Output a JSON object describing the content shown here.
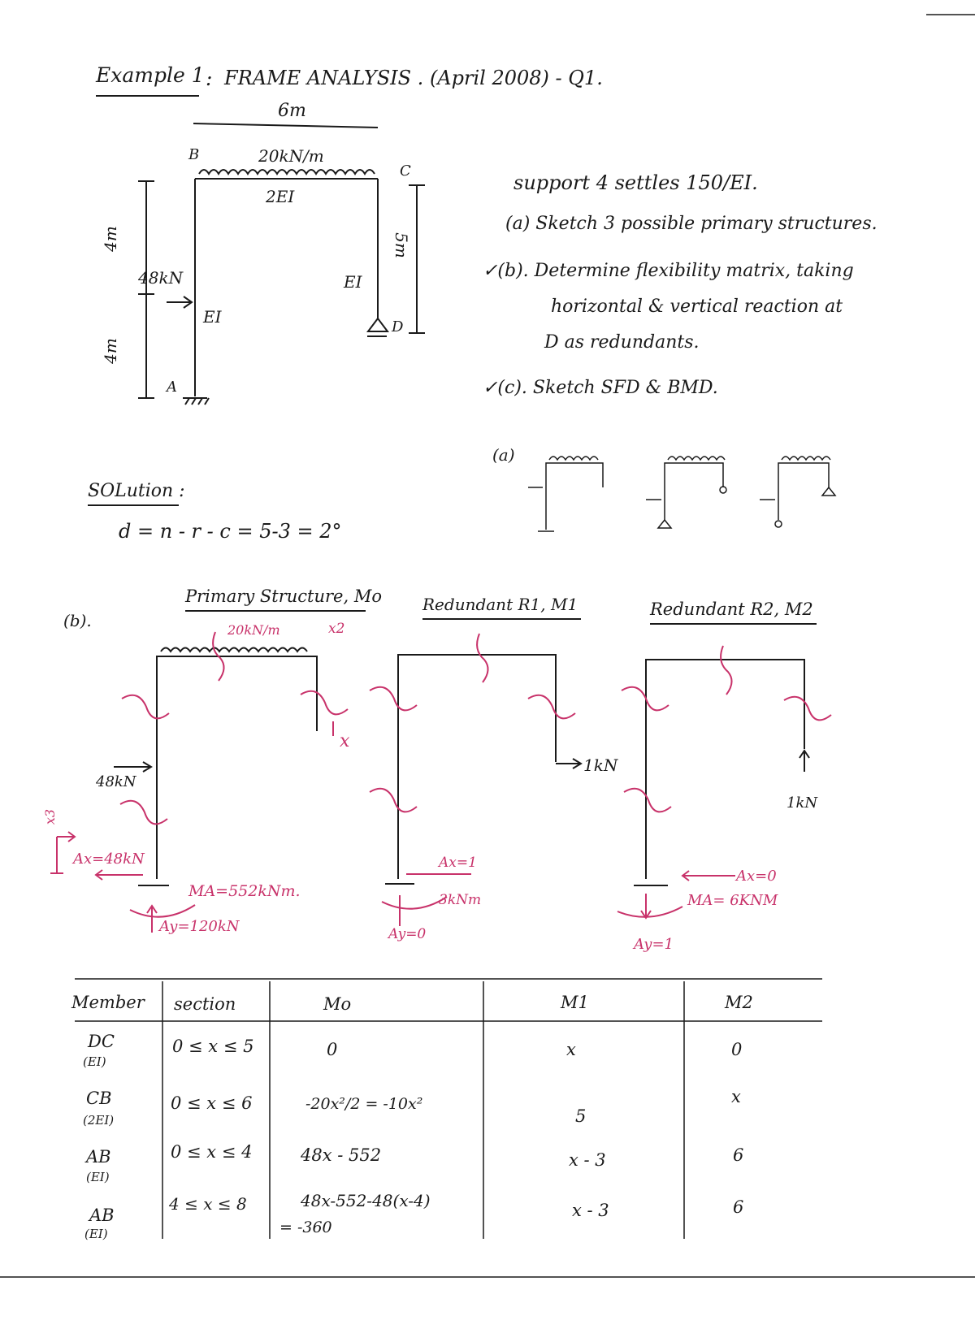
{
  "heading": {
    "example": "Example 1",
    "colon": ":",
    "title": "FRAME ANALYSIS . (April 2008) - Q1."
  },
  "frame": {
    "span_label": "6m",
    "udl_label": "20kN/m",
    "beam_stiffness": "2EI",
    "left_col_stiffness": "EI",
    "right_col_stiffness": "EI",
    "point_load": "48kN",
    "height_top": "4m",
    "height_bottom": "4m",
    "right_height": "5m",
    "node_a": "A",
    "node_b": "B",
    "node_c": "C",
    "node_d": "D"
  },
  "problem": {
    "line1": "support 4 settles 150/EI.",
    "a": "(a)  Sketch 3 possible primary structures.",
    "b_line1": "✓(b). Determine flexibility matrix, taking",
    "b_line2": "horizontal & vertical reaction at",
    "b_line3": "D as redundants.",
    "c": "✓(c). Sketch SFD & BMD."
  },
  "part_a_label": "(a)",
  "solution": {
    "label": "SOLution :",
    "formula": "d = n - r - c = 5-3 = 2°"
  },
  "part_b_label": "(b).",
  "diagrams": {
    "primary": {
      "title": "Primary Structure, Mo",
      "load_note": "20kN/m",
      "x2": "x2",
      "x_label": "x",
      "x3": "x3",
      "point": "48kN",
      "ax": "Ax=48kN",
      "ma": "MA=552kNm.",
      "ay": "Ay=120kN"
    },
    "redundant1": {
      "title": "Redundant R1, M1",
      "load": "1kN",
      "ax": "Ax=1",
      "ma": "3kNm",
      "ay": "Ay=0"
    },
    "redundant2": {
      "title": "Redundant R2, M2",
      "load": "1kN",
      "ax": "Ax=0",
      "ma": "MA= 6KNM",
      "ay": "Ay=1"
    }
  },
  "table": {
    "headers": [
      "Member",
      "section",
      "Mo",
      "M1",
      "M2"
    ],
    "rows": [
      {
        "member": "DC",
        "stiff": "(EI)",
        "section": "0 ≤ x ≤ 5",
        "mo": "0",
        "mo2": "",
        "m1": "x",
        "m2": "0"
      },
      {
        "member": "CB",
        "stiff": "(2EI)",
        "section": "0 ≤ x ≤ 6",
        "mo": "-20x²/2 = -10x²",
        "mo2": "",
        "m1": "5",
        "m2": "x"
      },
      {
        "member": "AB",
        "stiff": "(EI)",
        "section": "0 ≤ x ≤ 4",
        "mo": "48x - 552",
        "mo2": "",
        "m1": "x - 3",
        "m2": "6"
      },
      {
        "member": "AB",
        "stiff": "(EI)",
        "section": "4 ≤ x ≤ 8",
        "mo": "48x-552-48(x-4)",
        "mo2": "= -360",
        "m1": "x - 3",
        "m2": "6"
      }
    ]
  }
}
